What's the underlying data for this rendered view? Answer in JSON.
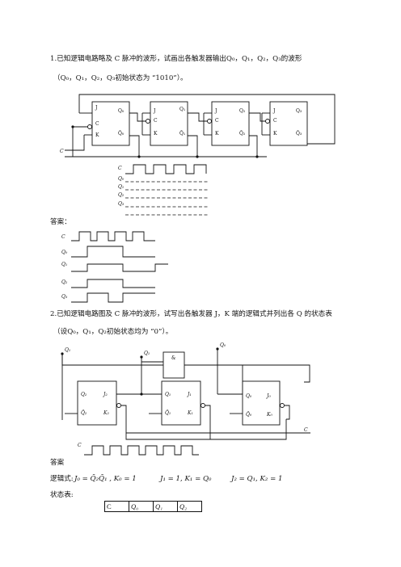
{
  "problem1": {
    "line1": "1.已知逻辑电路略及 C 脉冲的波形，试画出各触发器输出Q₀，Q₁，Q₂，Q₃的波形",
    "line2": "（Q₀，Q₁，Q₂，Q₃初始状态为 “1010”）。",
    "ffs": [
      {
        "j": "J",
        "c": "C",
        "k": "K",
        "q": "Q₀",
        "qb": "Q̄₀"
      },
      {
        "j": "J",
        "c": "C",
        "k": "K",
        "q": "Q₁",
        "qb": "Q̄₁"
      },
      {
        "j": "J",
        "c": "C",
        "k": "K",
        "q": "Q₂",
        "qb": "Q̄₂"
      },
      {
        "j": "J",
        "c": "C",
        "k": "K",
        "q": "Q₃",
        "qb": "Q̄₃"
      }
    ],
    "clock_label": "C",
    "wave_labels": [
      "C",
      "Q₀",
      "Q₁",
      "Q₂",
      "Q₃"
    ]
  },
  "answer1": {
    "title": "答案：",
    "wave_labels": [
      "C",
      "Q₀",
      "Q₁",
      "Q₂",
      "Q₃"
    ]
  },
  "problem2": {
    "line1": "2.已知逻辑电路图及 C 脉冲的波形，试写出各触发器 J，K 端的逻辑式并列出各 Q 的状态表",
    "line2": "（设Q₀，Q₁，Q₂初始状态均为 “0”）。",
    "tap_labels": [
      "Q₁",
      "Q₁",
      "Q₀"
    ],
    "gate_label": "&",
    "ffs": [
      {
        "q": "Q₂",
        "qb": "Q̄₂",
        "j": "J₂",
        "k": "K₂"
      },
      {
        "q": "Q₁",
        "qb": "Q̄₁",
        "j": "J₁",
        "k": "K₁"
      },
      {
        "q": "Q₀",
        "qb": "Q̄₀",
        "j": "J₀",
        "k": "K₀"
      }
    ],
    "clock_label": "C",
    "clock_wave_label": "C"
  },
  "answer2": {
    "title": "答案",
    "logic_label": "逻辑式:",
    "expr0": "J₀ = Q̄₂Q̄₁ ,  K₀ = 1",
    "expr1": "J₁ = 1,  K₁ = Q₀",
    "expr2": "J₂ = Q₁,  K₂ = 1",
    "state_label": "状态表:",
    "table_headers": [
      "C",
      "Q₀",
      "Q₁",
      "Q₂"
    ]
  }
}
